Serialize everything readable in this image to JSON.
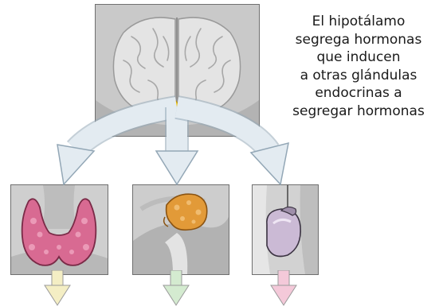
{
  "caption": {
    "lines": [
      "El hipotálamo",
      "segrega hormonas",
      "que inducen",
      "a otras glándulas",
      "endocrinas a",
      "segregar hormonas"
    ]
  },
  "colors": {
    "arrow_fill": "#e3ebf1",
    "arrow_stroke": "#93a7b6",
    "hypothalamus": "#f2c200",
    "thyroid": "#d86a92",
    "pituitary": "#e29a38",
    "adrenal": "#b7a6c2",
    "down_arrow_yellow": "#f4eec4",
    "down_arrow_green": "#d4ebd0",
    "down_arrow_pink": "#f4c9d9"
  },
  "icons": {
    "brain_panel": "brain-icon",
    "thyroid_panel": "thyroid-gland-icon",
    "pituitary_panel": "pituitary-gland-icon",
    "adrenal_panel": "adrenal-gland-icon"
  }
}
